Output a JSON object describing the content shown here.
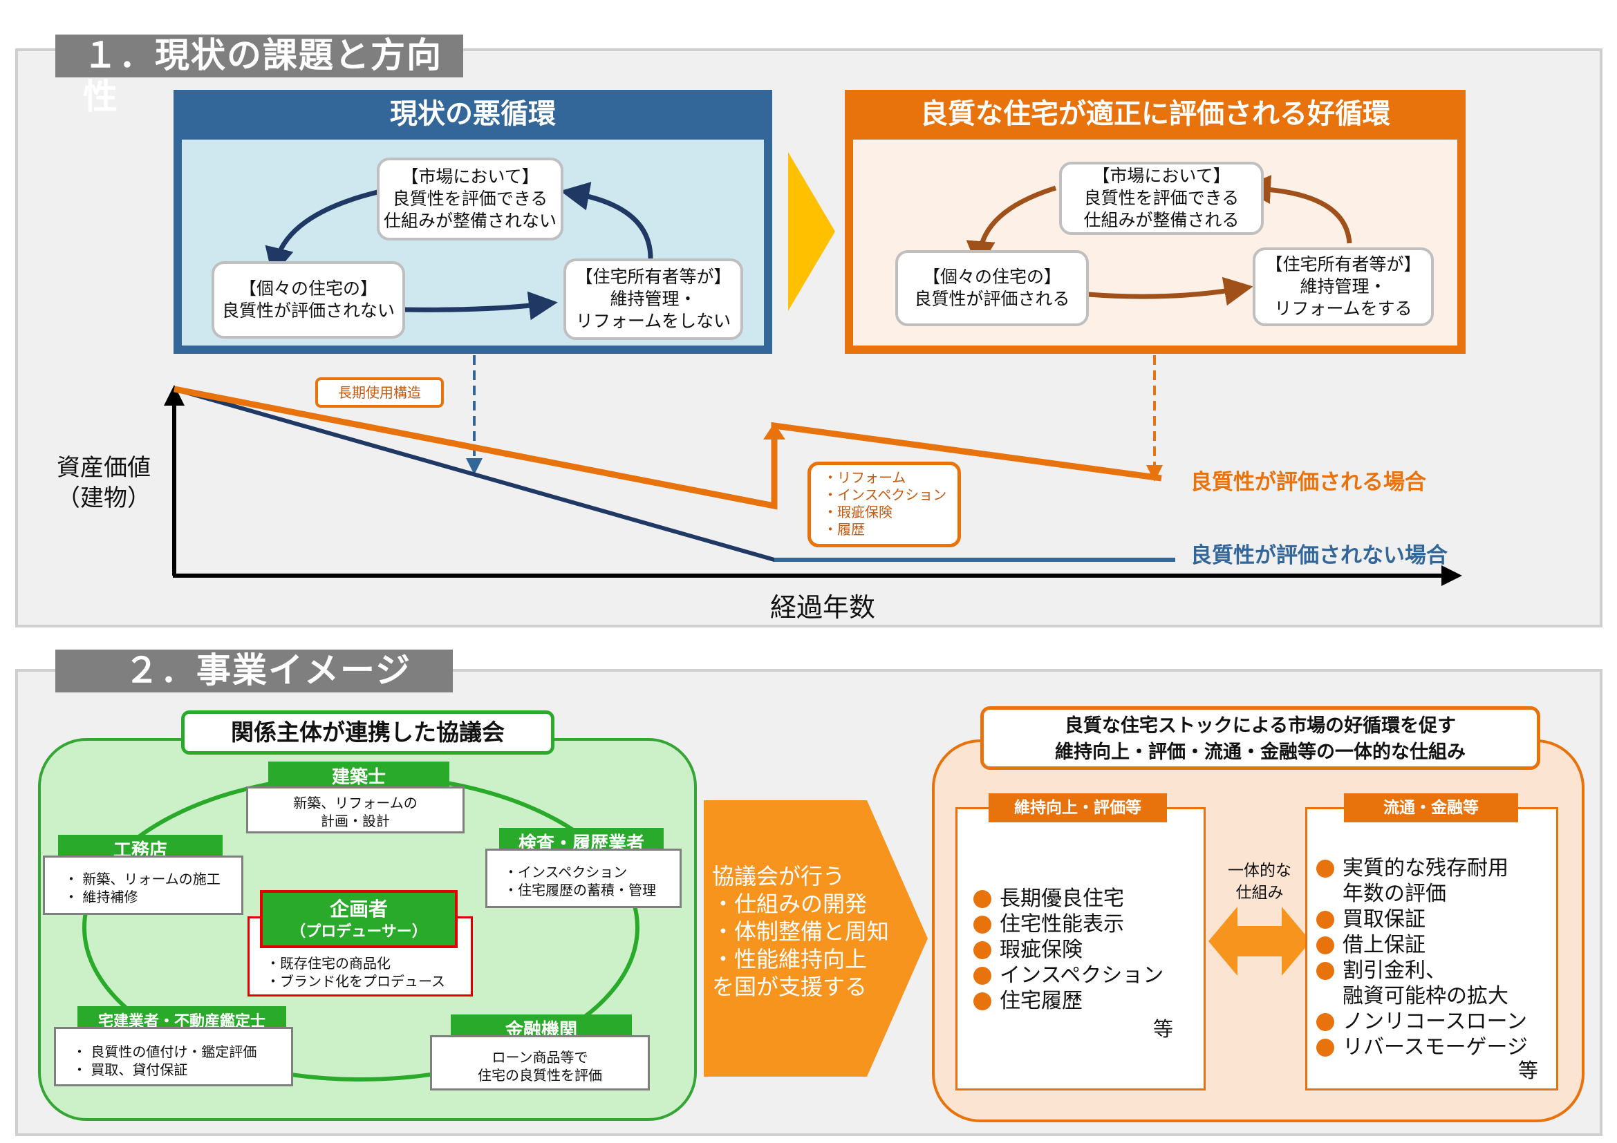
{
  "section1": {
    "title": "１．現状の課題と方向性",
    "vicious": {
      "header": "現状の悪循環",
      "node_market": [
        "【市場において】",
        "良質性を評価できる",
        "仕組みが整備されない"
      ],
      "node_house": [
        "【個々の住宅の】",
        "良質性が評価されない"
      ],
      "node_owner": [
        "【住宅所有者等が】",
        "維持管理・",
        "リフォームをしない"
      ]
    },
    "virtuous": {
      "header": "良質な住宅が適正に評価される好循環",
      "node_market": [
        "【市場において】",
        "良質性を評価できる",
        "仕組みが整備される"
      ],
      "node_house": [
        "【個々の住宅の】",
        "良質性が評価される"
      ],
      "node_owner": [
        "【住宅所有者等が】",
        "維持管理・",
        "リフォームをする"
      ]
    },
    "graph": {
      "ylabel": [
        "資産価値",
        "（建物）"
      ],
      "xlabel": "経過年数",
      "long_term_label": "長期使用構造",
      "callout": [
        "・リフォーム",
        "・インスペクション",
        "・瑕疵保険",
        "・履歴"
      ],
      "line_good_label": "良質性が評価される場合",
      "line_bad_label": "良質性が評価されない場合"
    },
    "colors": {
      "blue": "#336699",
      "navy": "#1f3864",
      "orange": "#e8720c",
      "light_blue": "#cfe8f0",
      "light_orange": "#fdf0e6",
      "yellow": "#ffc000"
    }
  },
  "section2": {
    "title": "２．事業イメージ",
    "council_title": "関係主体が連携した協議会",
    "actors": {
      "architect": {
        "name": "建築士",
        "desc": [
          "新築、リフォームの",
          "計画・設計"
        ]
      },
      "builder": {
        "name": "工務店",
        "desc": [
          "・ 新築、リォームの施工",
          "・ 維持補修"
        ]
      },
      "inspector": {
        "name": "検査・履歴業者",
        "desc": [
          "・インスペクション",
          "・住宅履歴の蓄積・管理"
        ]
      },
      "producer": {
        "name": "企画者",
        "sub": "（プロデューサー）",
        "desc": [
          "・既存住宅の商品化",
          "・ブランド化をプロデュース"
        ]
      },
      "realtor": {
        "name": "宅建業者・不動産鑑定士",
        "desc": [
          "・ 良質性の値付け・鑑定評価",
          "・ 買取、貸付保証"
        ]
      },
      "finance": {
        "name": "金融機関",
        "desc": [
          "ローン商品等で",
          "住宅の良質性を評価"
        ]
      }
    },
    "arrow_text": [
      "協議会が行う",
      "・仕組みの開発",
      "・体制整備と周知",
      "・性能維持向上",
      "を国が支援する"
    ],
    "framework_title": [
      "良質な住宅ストックによる市場の好循環を促す",
      "維持向上・評価・流通・金融等の一体的な仕組み"
    ],
    "maintenance": {
      "header": "維持向上・評価等",
      "items": [
        "長期優良住宅",
        "住宅性能表示",
        "瑕疵保険",
        "インスペクション",
        "住宅履歴"
      ],
      "etc": "等"
    },
    "middle_label": [
      "一体的な",
      "仕組み"
    ],
    "finance_box": {
      "header": "流通・金融等",
      "items": [
        "実質的な残存耐用",
        "年数の評価",
        "買取保証",
        "借上保証",
        "割引金利、",
        "融資可能枠の拡大",
        "ノンリコースローン",
        "リバースモーゲージ"
      ],
      "etc": "等"
    }
  }
}
